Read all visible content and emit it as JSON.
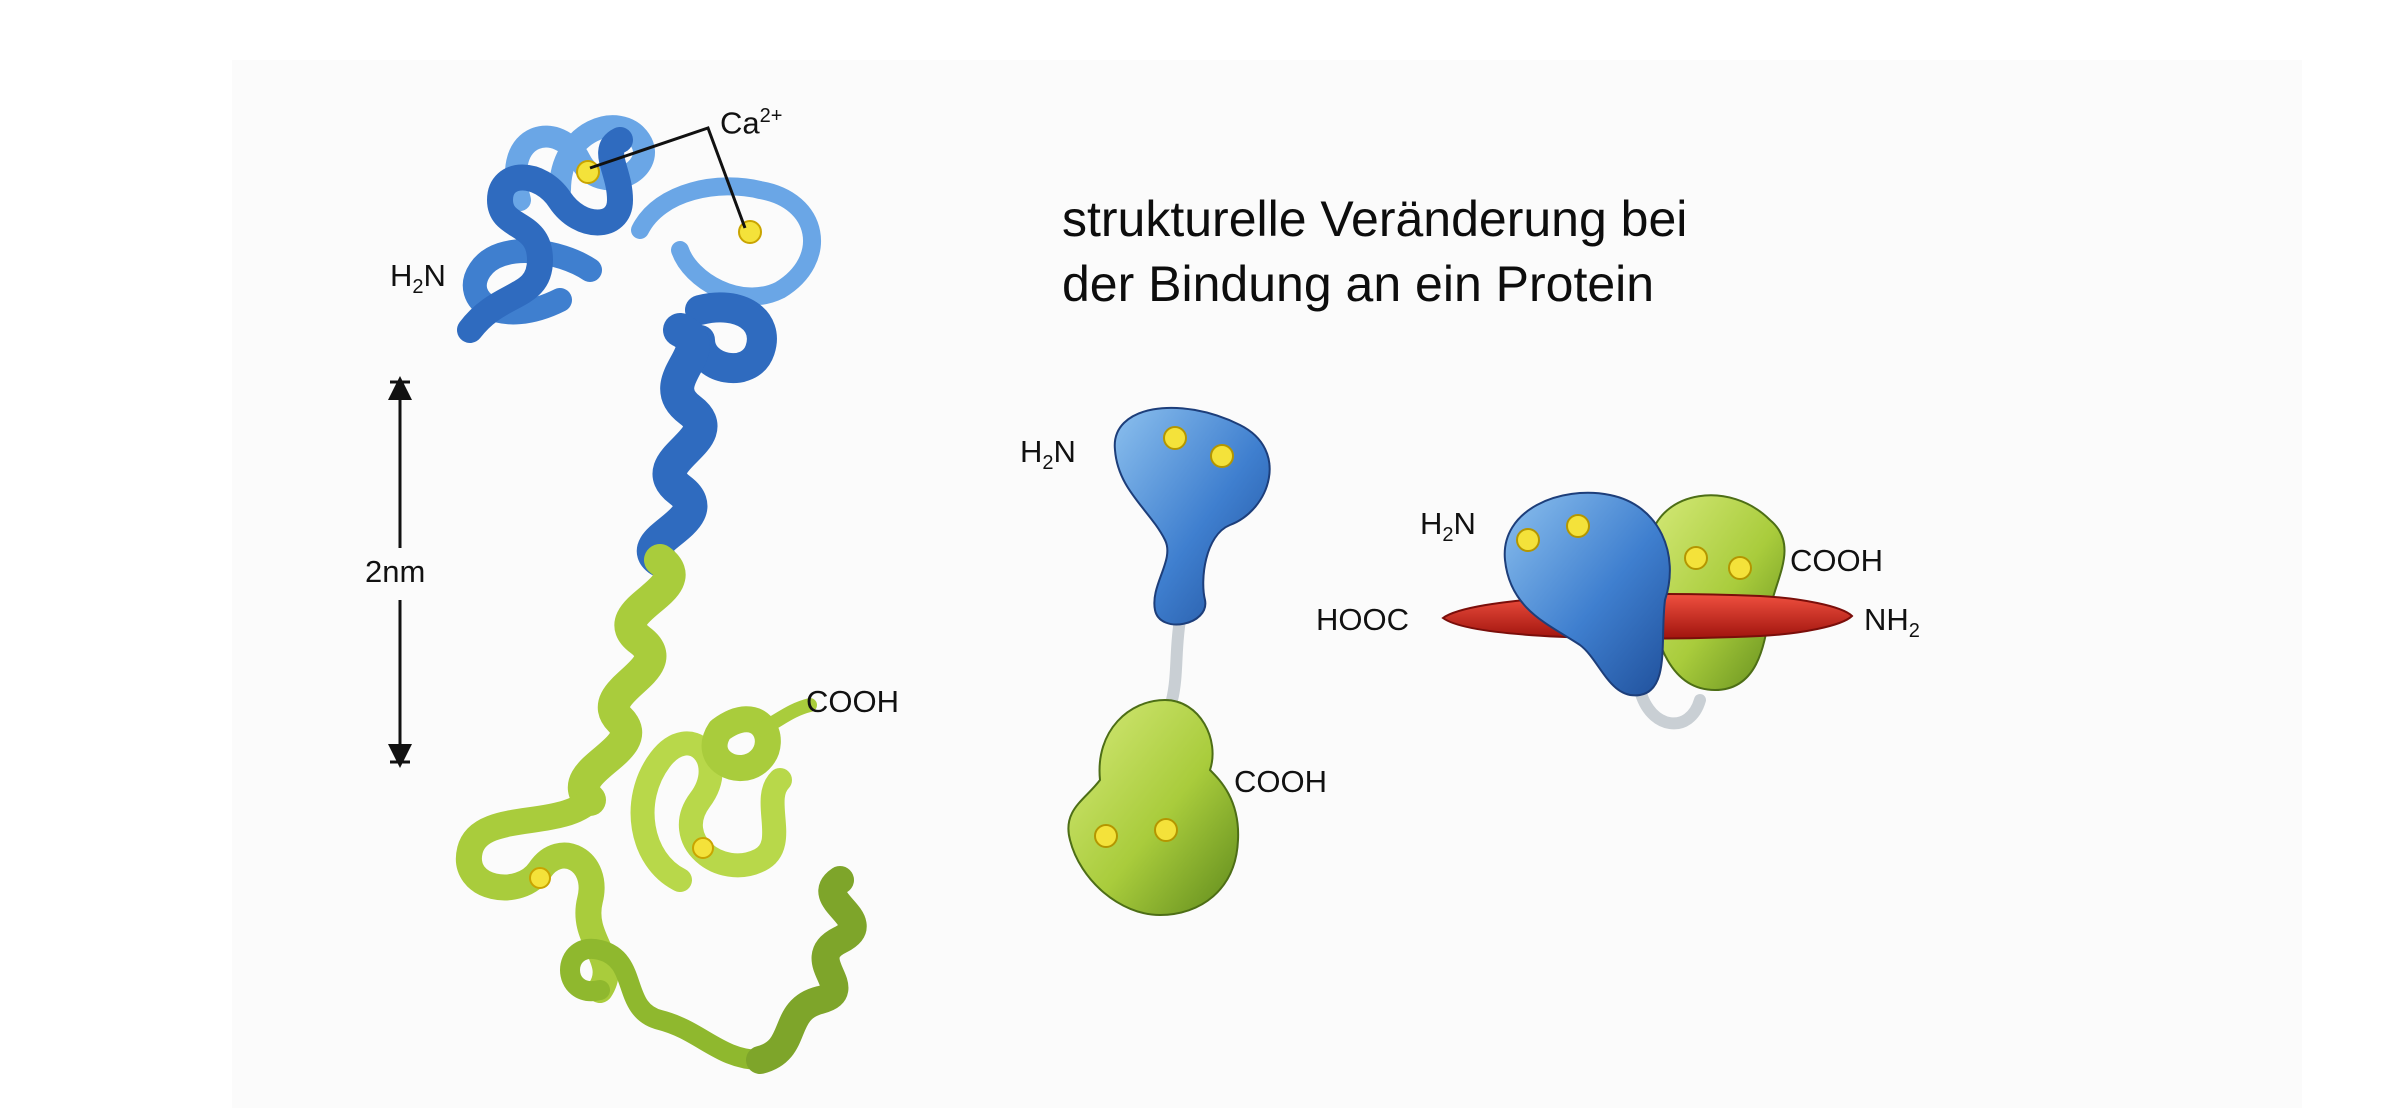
{
  "title": {
    "line1": "strukturelle Veränderung bei",
    "line2": "der Bindung an ein Protein"
  },
  "ribbon": {
    "ca_label": "Ca",
    "ca_charge": "2+",
    "h2n_label": "H",
    "h2n_sub": "2",
    "h2n_tail": "N",
    "scale_label": "2nm",
    "cooh_label": "COOH"
  },
  "free_model": {
    "h2n_label": "H",
    "h2n_sub": "2",
    "h2n_tail": "N",
    "cooh_label": "COOH"
  },
  "bound_model": {
    "h2n_label": "H",
    "h2n_sub": "2",
    "h2n_tail": "N",
    "cooh_label": "COOH",
    "hooc_label": "HOOC",
    "nh2_label": "NH",
    "nh2_sub": "2"
  },
  "colors": {
    "n_lobe_blue": "#3f7fcf",
    "c_lobe_green": "#a9cc3c",
    "peptide_red": "#d2231b",
    "calcium_yellow": "#f4e23a",
    "linker_gray": "#c9cfd4"
  }
}
